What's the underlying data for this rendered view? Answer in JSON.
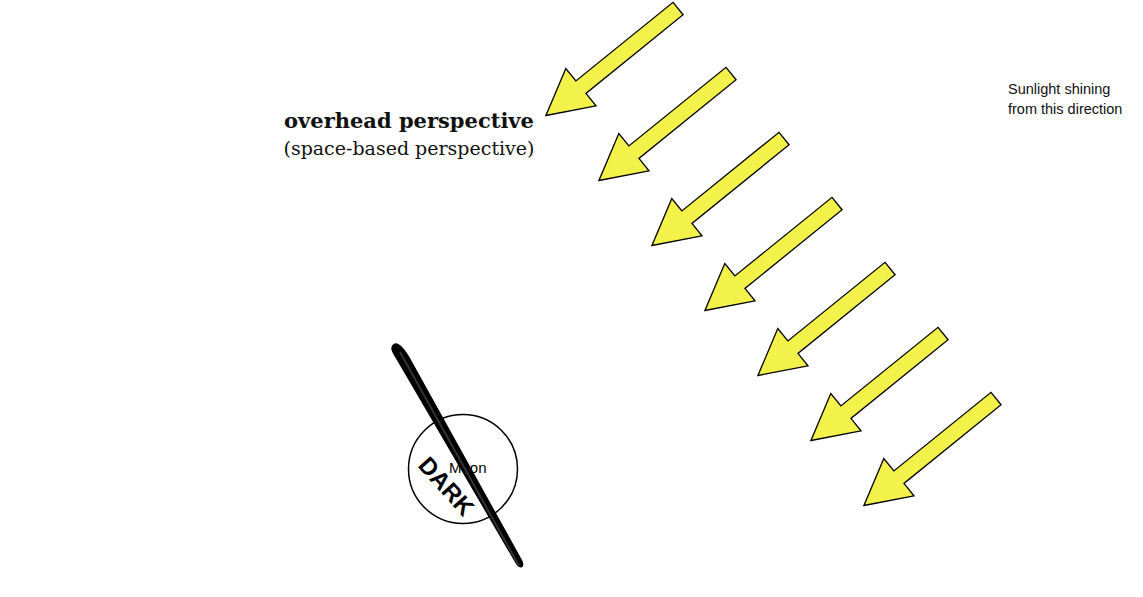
{
  "diagram": {
    "nodes": [
      {
        "text": [
          "Moon",
          "DARK"
        ]
      }
    ],
    "labels": [
      "overhead perspective",
      "(space-based perspective)",
      "Sunlight shining from this direction"
    ]
  }
}
